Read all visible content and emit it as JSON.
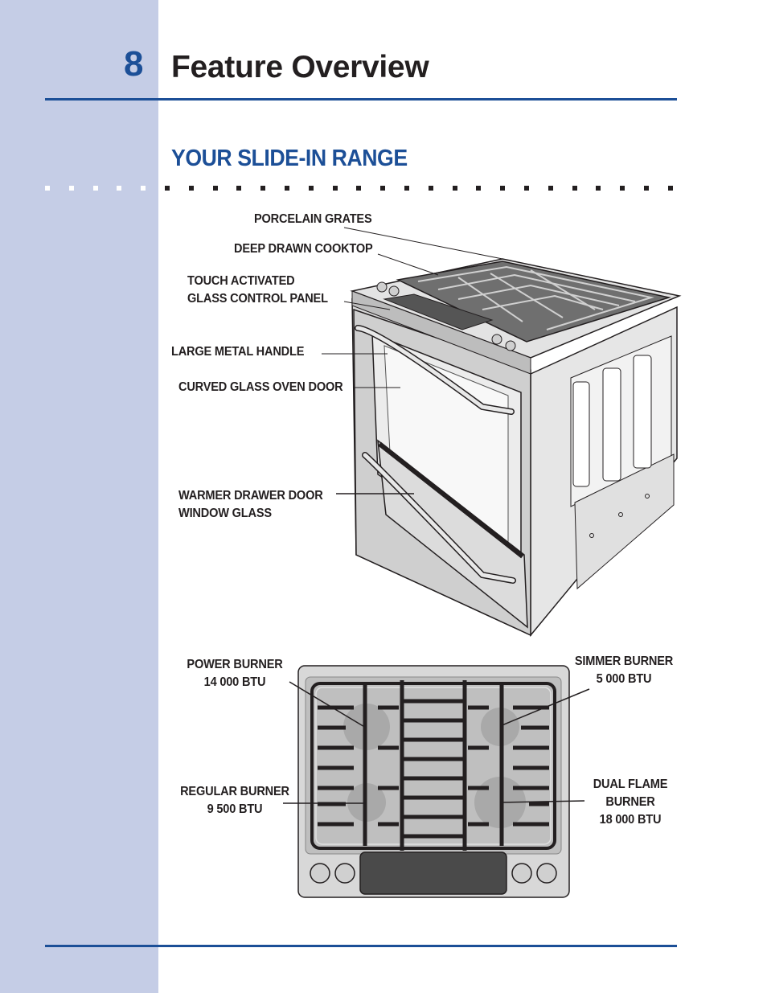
{
  "page": {
    "number": "8",
    "title": "Feature Overview",
    "section_title": "YOUR SLIDE-IN RANGE"
  },
  "colors": {
    "accent_blue": "#1c4f97",
    "side_band": "#c5cde6",
    "dot_light": "#c5cde6",
    "dot_dark": "#231f20"
  },
  "range_callouts": {
    "porcelain_grates": "PORCELAIN GRATES",
    "deep_drawn_cooktop": "DEEP DRAWN COOKTOP",
    "control_panel_line1": "TOUCH ACTIVATED",
    "control_panel_line2": "GLASS CONTROL PANEL",
    "metal_handle": "LARGE METAL HANDLE",
    "oven_door": "CURVED GLASS OVEN DOOR",
    "warmer_line1": "WARMER DRAWER DOOR",
    "warmer_line2": "WINDOW GLASS"
  },
  "cooktop_callouts": {
    "power_name": "POWER BURNER",
    "power_btu": "14 000 BTU",
    "simmer_name": "SIMMER BURNER",
    "simmer_btu": "5 000 BTU",
    "regular_name": "REGULAR BURNER",
    "regular_btu": "9 500 BTU",
    "dual_line1": "DUAL FLAME",
    "dual_line2": "BURNER",
    "dual_btu": "18 000 BTU"
  }
}
